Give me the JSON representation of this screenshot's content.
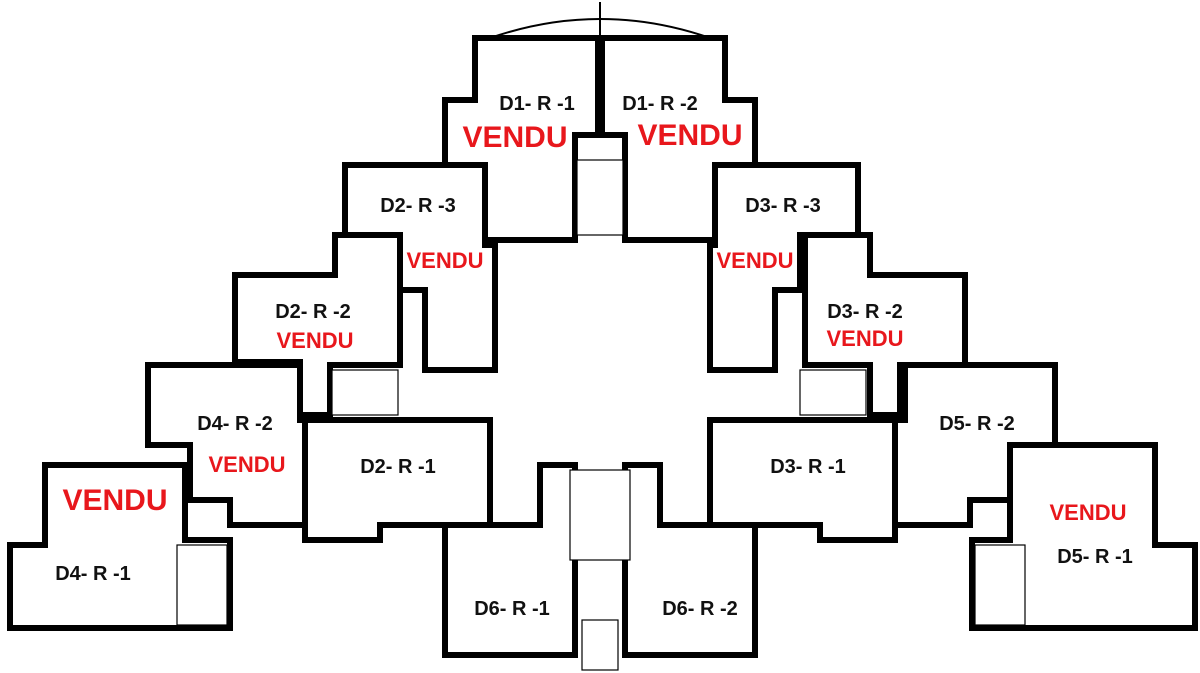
{
  "units": {
    "d1r1": {
      "label": "D1- R -1",
      "status": "VENDU"
    },
    "d1r2": {
      "label": "D1- R -2",
      "status": "VENDU"
    },
    "d2r3": {
      "label": "D2- R -3",
      "status": "VENDU"
    },
    "d3r3": {
      "label": "D3- R -3",
      "status": "VENDU"
    },
    "d2r2": {
      "label": "D2- R -2",
      "status": "VENDU"
    },
    "d3r2": {
      "label": "D3- R -2",
      "status": "VENDU"
    },
    "d4r2": {
      "label": "D4- R -2",
      "status": "VENDU"
    },
    "d5r2": {
      "label": "D5- R -2"
    },
    "d2r1": {
      "label": "D2- R -1"
    },
    "d3r1": {
      "label": "D3- R -1"
    },
    "d4r1": {
      "label": "D4- R -1",
      "status": "VENDU"
    },
    "d5r1": {
      "label": "D5- R -1",
      "status": "VENDU"
    },
    "d6r1": {
      "label": "D6- R -1"
    },
    "d6r2": {
      "label": "D6- R -2"
    }
  },
  "colors": {
    "sold": "#e8171c",
    "wall": "#000000"
  }
}
